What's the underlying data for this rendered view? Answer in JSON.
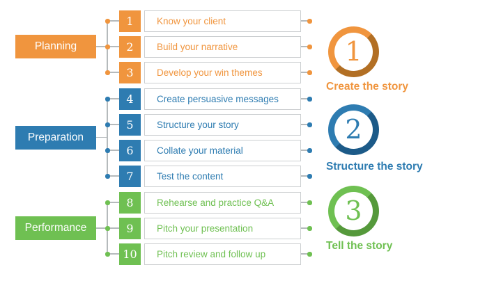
{
  "palette": {
    "planning_accent": "#F0953E",
    "planning_shade": "#B26F24",
    "preparation_accent": "#2E7CB1",
    "preparation_shade": "#1C5A88",
    "performance_accent": "#6FC052",
    "performance_shade": "#55993B",
    "connector_gray": "#B5BABC",
    "box_border_gray": "#CBCED0"
  },
  "phases": [
    {
      "label": "Planning",
      "number": "1",
      "summary": "Create the story",
      "steps": [
        {
          "num": "1",
          "label": "Know your client"
        },
        {
          "num": "2",
          "label": "Build your narrative"
        },
        {
          "num": "3",
          "label": "Develop your win themes"
        }
      ]
    },
    {
      "label": "Preparation",
      "number": "2",
      "summary": "Structure the story",
      "steps": [
        {
          "num": "4",
          "label": "Create persuasive messages"
        },
        {
          "num": "5",
          "label": "Structure your story"
        },
        {
          "num": "6",
          "label": "Collate your material"
        },
        {
          "num": "7",
          "label": "Test the content"
        }
      ]
    },
    {
      "label": "Performance",
      "number": "3",
      "summary": "Tell the story",
      "steps": [
        {
          "num": "8",
          "label": "Rehearse and practice Q&A"
        },
        {
          "num": "9",
          "label": "Pitch your presentation"
        },
        {
          "num": "10",
          "label": "Pitch review and follow up"
        }
      ]
    }
  ]
}
